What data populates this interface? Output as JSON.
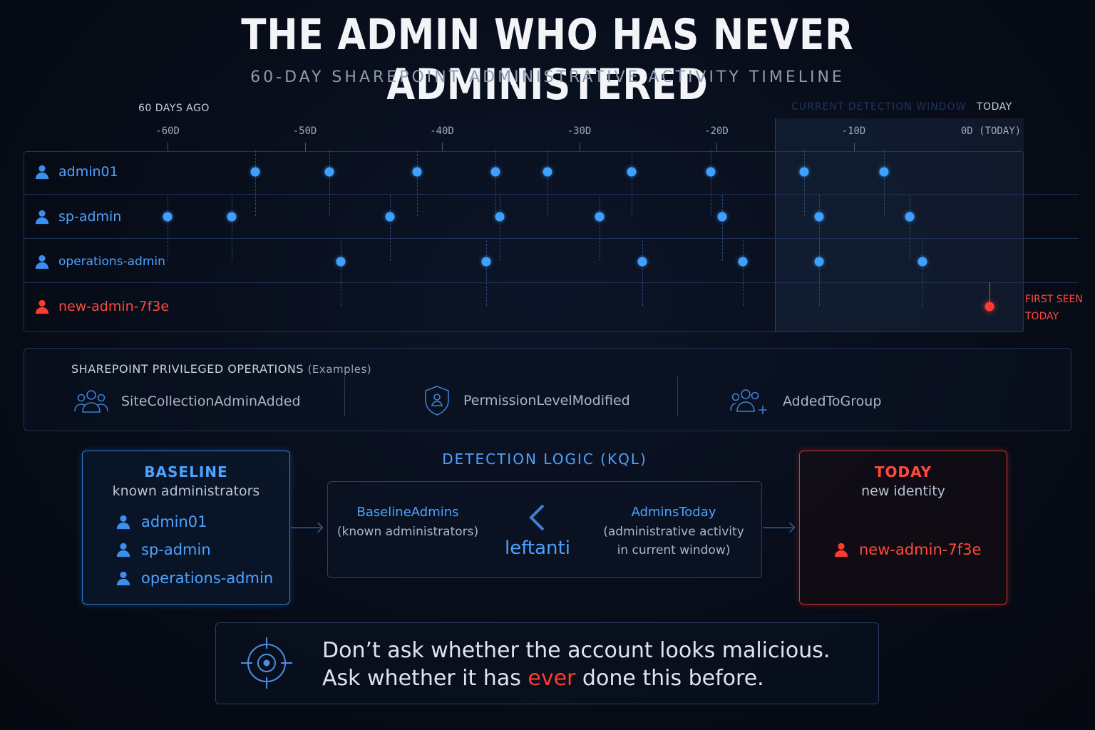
{
  "header": {
    "title": "THE ADMIN WHO HAS NEVER ADMINISTERED",
    "subtitle": "60-DAY SHAREPOINT ADMINISTRATIVE ACTIVITY TIMELINE"
  },
  "timeline": {
    "start_label": "60 DAYS AGO",
    "end_label": "TODAY",
    "window_label": "CURRENT DETECTION WINDOW",
    "axis_ticks": [
      "-60D",
      "-50D",
      "-40D",
      "-30D",
      "-20D",
      "-10D",
      "0D (TODAY)"
    ],
    "first_seen_label_1": "FIRST SEEN",
    "first_seen_label_2": "TODAY"
  },
  "chart_data": {
    "type": "scatter",
    "x_unit": "days relative to today",
    "xlim": [
      -60,
      0
    ],
    "rows": [
      {
        "name": "admin01",
        "color": "#4da3ff",
        "days": [
          -53.6,
          -48.2,
          -41.8,
          -36.1,
          -32.3,
          -26.2,
          -20.4,
          -13.6,
          -7.8
        ]
      },
      {
        "name": "sp-admin",
        "color": "#4da3ff",
        "days": [
          -60.0,
          -55.3,
          -43.8,
          -35.8,
          -28.5,
          -19.6,
          -12.5,
          -5.9
        ]
      },
      {
        "name": "operations-admin",
        "color": "#4da3ff",
        "days": [
          -47.4,
          -36.8,
          -25.4,
          -18.1,
          -12.5,
          -5.0
        ]
      },
      {
        "name": "new-admin-7f3e",
        "color": "#ff3b30",
        "days": [
          -0.1
        ]
      }
    ]
  },
  "operations": {
    "title": "SHAREPOINT PRIVILEGED OPERATIONS",
    "title_suffix": "(Examples)",
    "items": [
      {
        "label": "SiteCollectionAdminAdded",
        "icon": "users-group-icon"
      },
      {
        "label": "PermissionLevelModified",
        "icon": "shield-user-icon"
      },
      {
        "label": "AddedToGroup",
        "icon": "users-add-icon"
      }
    ]
  },
  "baseline": {
    "title": "BASELINE",
    "subtitle": "known administrators",
    "members": [
      "admin01",
      "sp-admin",
      "operations-admin"
    ]
  },
  "logic": {
    "title": "DETECTION LOGIC (KQL)",
    "left_name": "BaselineAdmins",
    "left_desc": "(known administrators)",
    "operator": "leftanti",
    "right_name": "AdminsToday",
    "right_desc_1": "(administrative activity",
    "right_desc_2": "in current window)"
  },
  "today": {
    "title": "TODAY",
    "subtitle": "new identity",
    "member": "new-admin-7f3e"
  },
  "quote": {
    "line1": "Don’t ask whether the account looks malicious.",
    "line2_pre": "Ask whether it has ",
    "line2_hl": "ever",
    "line2_post": " done this before."
  },
  "colors": {
    "accent_blue": "#4da3ff",
    "alert_red": "#ff3b30"
  }
}
